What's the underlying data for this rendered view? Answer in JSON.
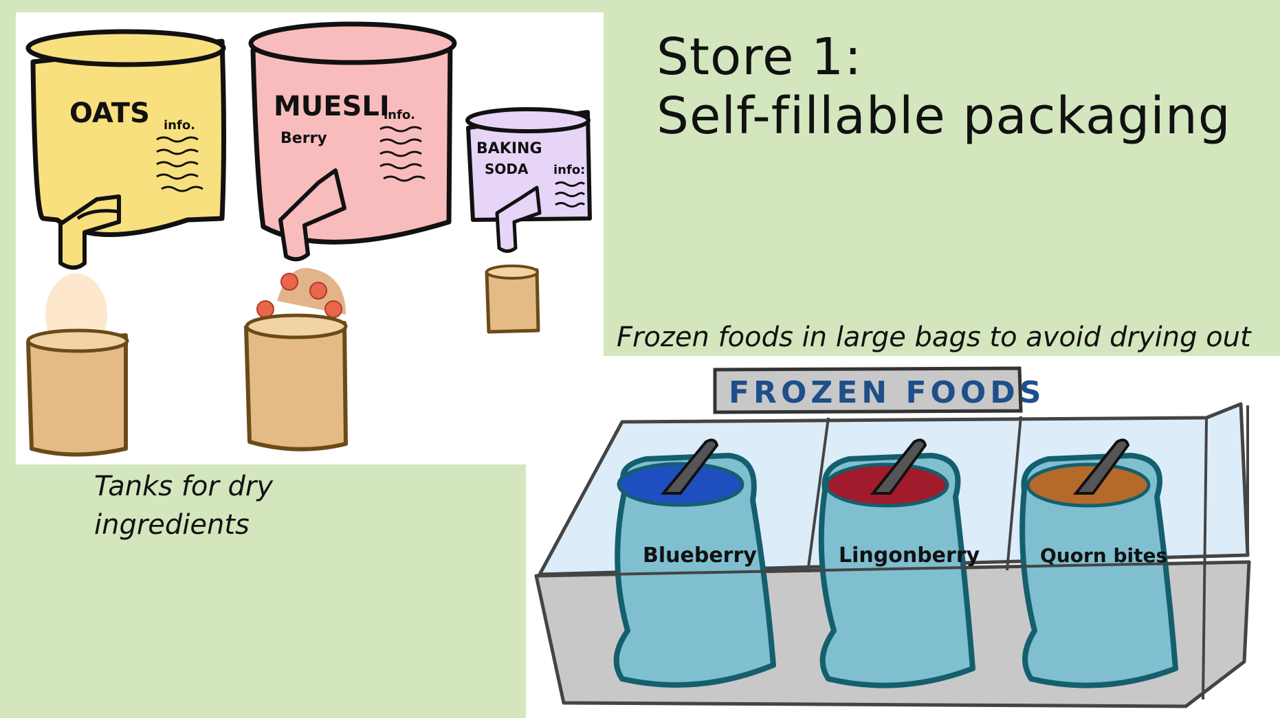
{
  "title": {
    "line1": "Store 1:",
    "line2": "Self-fillable packaging"
  },
  "captions": {
    "frozen": "Frozen foods in large bags to avoid drying out",
    "tanks_line1": "Tanks for dry",
    "tanks_line2": "ingredients"
  },
  "tanks": [
    {
      "label": "OATS",
      "info": "info.",
      "color": "#f9e07e"
    },
    {
      "label": "MUESLI",
      "sublabel": "Berry",
      "info": "info.",
      "color": "#f9bcbd"
    },
    {
      "label_line1": "BAKING",
      "label_line2": "SODA",
      "info": "info:",
      "color": "#e6d5f7"
    }
  ],
  "freezer": {
    "sign": "FROZEN FOODS",
    "bags": [
      {
        "label": "Blueberry",
        "color": "#1f4fbf"
      },
      {
        "label": "Lingonberry",
        "color": "#a11b2c"
      },
      {
        "label": "Quorn bites",
        "color": "#b56a2a"
      }
    ]
  },
  "colors": {
    "background": "#d4e6bd",
    "bag": "#7fbfd0",
    "cup": "#e4bb84",
    "cup_outline": "#6b4a1a",
    "freezer_body": "#c8c8c8",
    "freezer_glass": "#dcecf9"
  }
}
